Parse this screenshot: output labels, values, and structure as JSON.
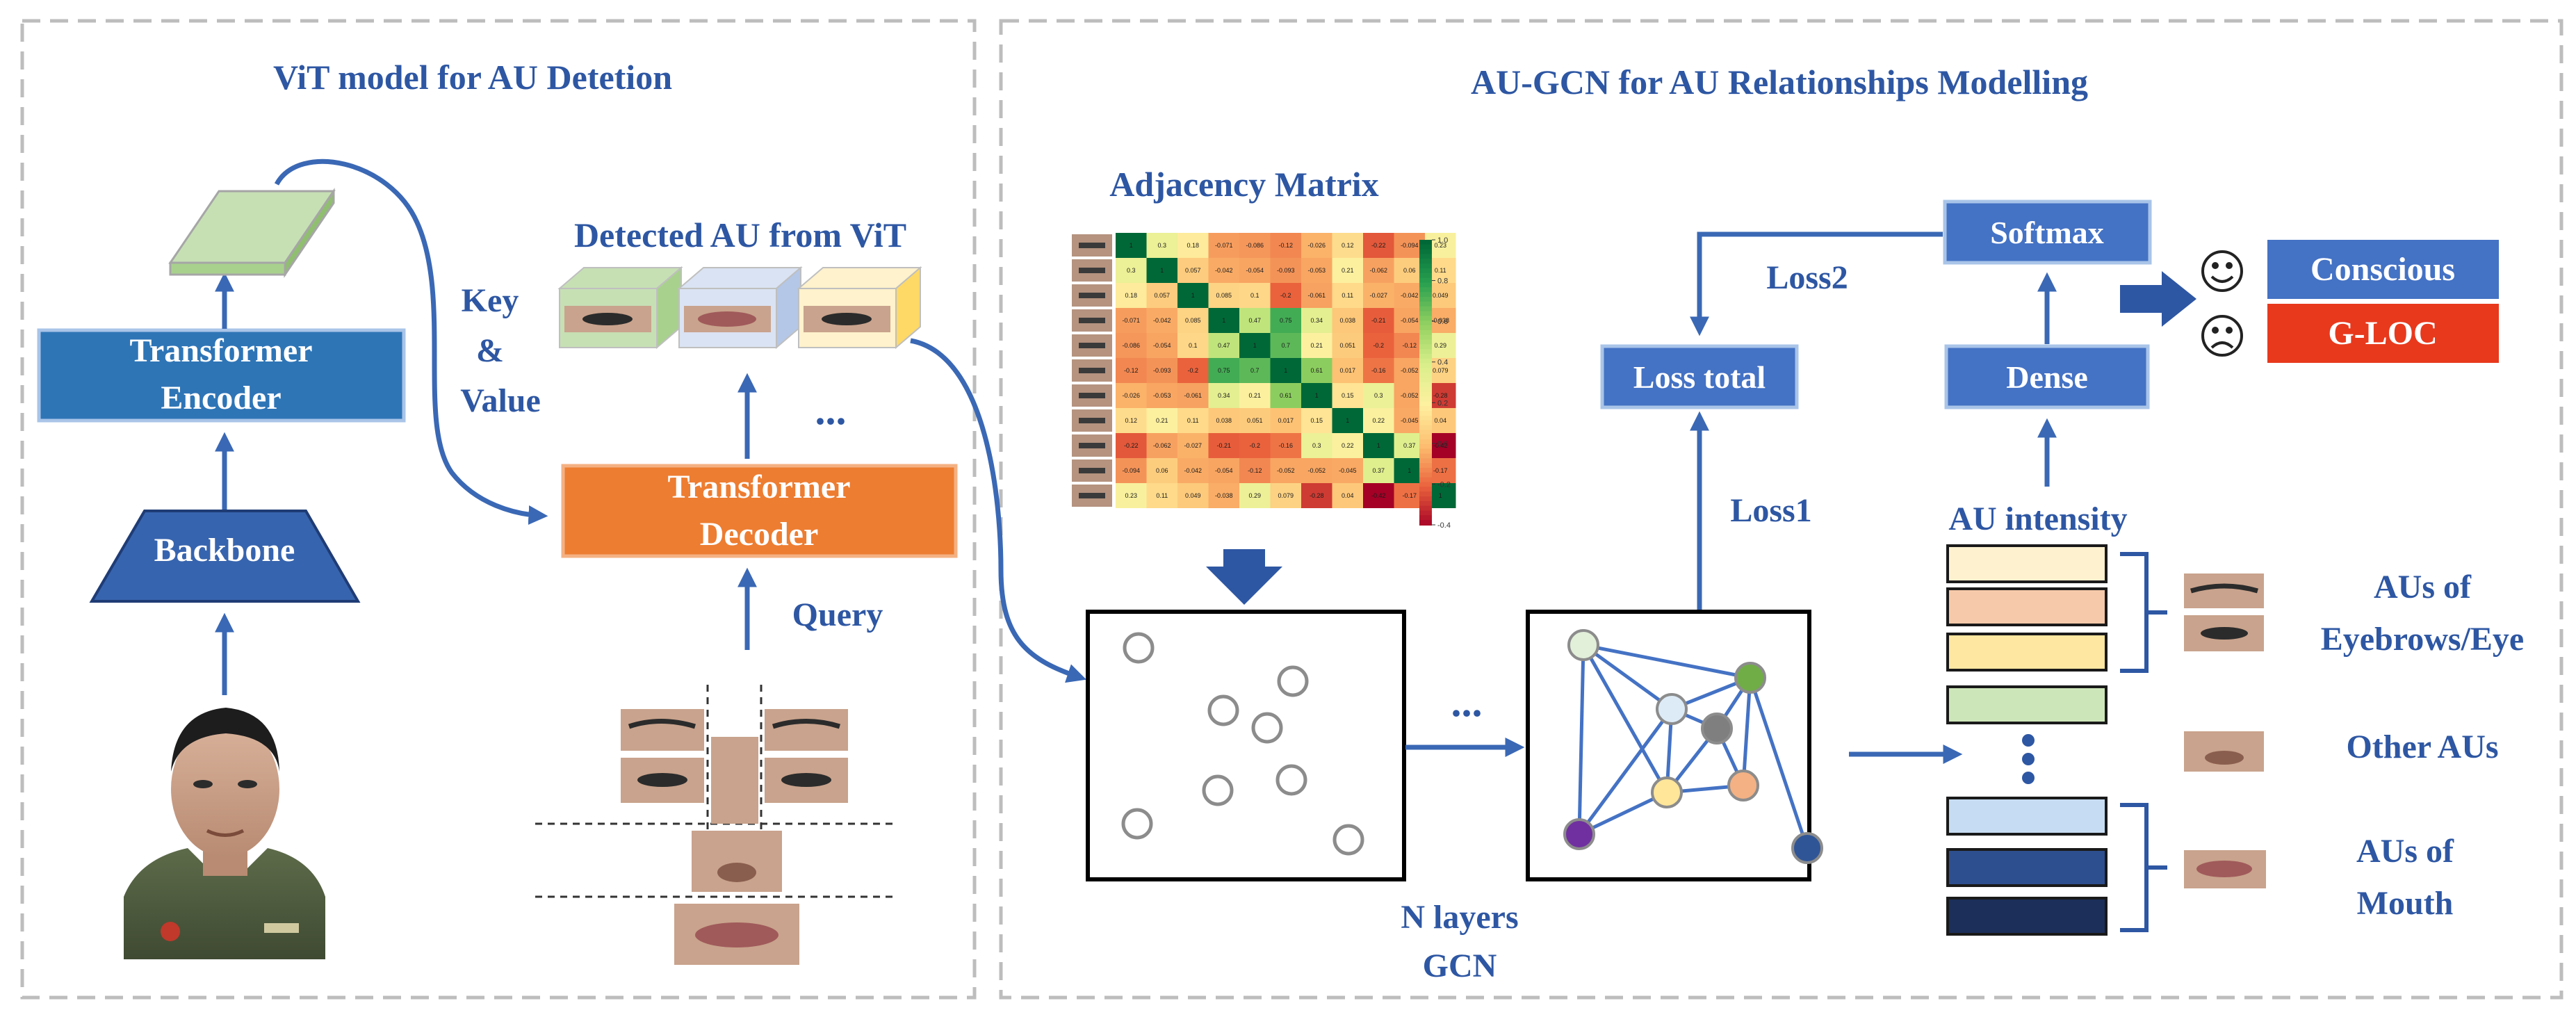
{
  "left_panel": {
    "title": "ViT model for AU Detetion",
    "backbone_label": "Backbone",
    "encoder_label": [
      "Transformer",
      "Encoder"
    ],
    "key_value_label": [
      "Key",
      "&",
      "Value"
    ],
    "detected_label": "Detected AU from ViT",
    "decoder_label": [
      "Transformer",
      "Decoder"
    ],
    "query_label": "Query",
    "ellipsis": "..."
  },
  "right_panel": {
    "title": "AU-GCN for AU Relationships Modelling",
    "adjacency_label": "Adjacency Matrix",
    "gcn_label": [
      "N layers",
      "GCN"
    ],
    "ellipsis": "...",
    "loss_total_label": "Loss total",
    "loss1_label": "Loss1",
    "loss2_label": "Loss2",
    "dense_label": "Dense",
    "softmax_label": "Softmax",
    "au_intensity_label": "AU intensity",
    "conscious_label": "Conscious",
    "gloc_label": "G-LOC",
    "eye_group_label": [
      "AUs of",
      "Eyebrows/Eye"
    ],
    "other_group_label": "Other AUs",
    "mouth_group_label": [
      "AUs of",
      "Mouth"
    ]
  },
  "heatmap": {
    "colorbar_ticks": [
      "1.0",
      "0.8",
      "0.6",
      "0.4",
      "0.2",
      "0.0",
      "-0.2",
      "-0.4"
    ],
    "values": [
      [
        1,
        0.3,
        0.18,
        -0.071,
        -0.086,
        -0.12,
        -0.026,
        0.12,
        -0.22,
        -0.094,
        0.23
      ],
      [
        0.3,
        1,
        0.057,
        -0.042,
        -0.054,
        -0.093,
        -0.053,
        0.21,
        -0.062,
        0.06,
        0.11
      ],
      [
        0.18,
        0.057,
        1,
        0.085,
        0.1,
        -0.2,
        -0.061,
        0.11,
        -0.027,
        -0.042,
        0.049
      ],
      [
        -0.071,
        -0.042,
        0.085,
        1,
        0.47,
        0.75,
        0.34,
        0.038,
        -0.21,
        -0.054,
        -0.038
      ],
      [
        -0.086,
        -0.054,
        0.1,
        0.47,
        1,
        0.7,
        0.21,
        0.051,
        -0.2,
        -0.12,
        0.29
      ],
      [
        -0.12,
        -0.093,
        -0.2,
        0.75,
        0.7,
        1,
        0.61,
        0.017,
        -0.16,
        -0.052,
        0.079
      ],
      [
        -0.026,
        -0.053,
        -0.061,
        0.34,
        0.21,
        0.61,
        1,
        0.15,
        0.3,
        -0.052,
        -0.28
      ],
      [
        0.12,
        0.21,
        0.11,
        0.038,
        0.051,
        0.017,
        0.15,
        1,
        0.22,
        -0.045,
        0.04
      ],
      [
        -0.22,
        -0.062,
        -0.027,
        -0.21,
        -0.2,
        -0.16,
        0.3,
        0.22,
        1,
        0.37,
        -0.42
      ],
      [
        -0.094,
        0.06,
        -0.042,
        -0.054,
        -0.12,
        -0.052,
        -0.052,
        -0.045,
        0.37,
        1,
        -0.17
      ],
      [
        0.23,
        0.11,
        0.049,
        -0.038,
        0.29,
        0.079,
        -0.28,
        0.04,
        -0.42,
        -0.17,
        1
      ]
    ]
  },
  "au_bars": {
    "colors": [
      "#fdf1cf",
      "#f6c9aa",
      "#fde7a1",
      "#cde6b9",
      "#c6dcf2",
      "#2e4f8f",
      "#1c2f5a"
    ]
  },
  "graph": {
    "node_colors": [
      "#e2efd9",
      "#ddebf7",
      "#70ad47",
      "#7f7f7f",
      "#ffe699",
      "#f4b183",
      "#7030a0",
      "#2f5597"
    ]
  },
  "colors": {
    "accent": "#2e57a3",
    "box_blue": "#4472c4",
    "encoder_blue": "#2e75b6",
    "decoder_orange": "#ed7d31",
    "conscious_bg": "#4472c4",
    "gloc_bg": "#e8391d"
  }
}
